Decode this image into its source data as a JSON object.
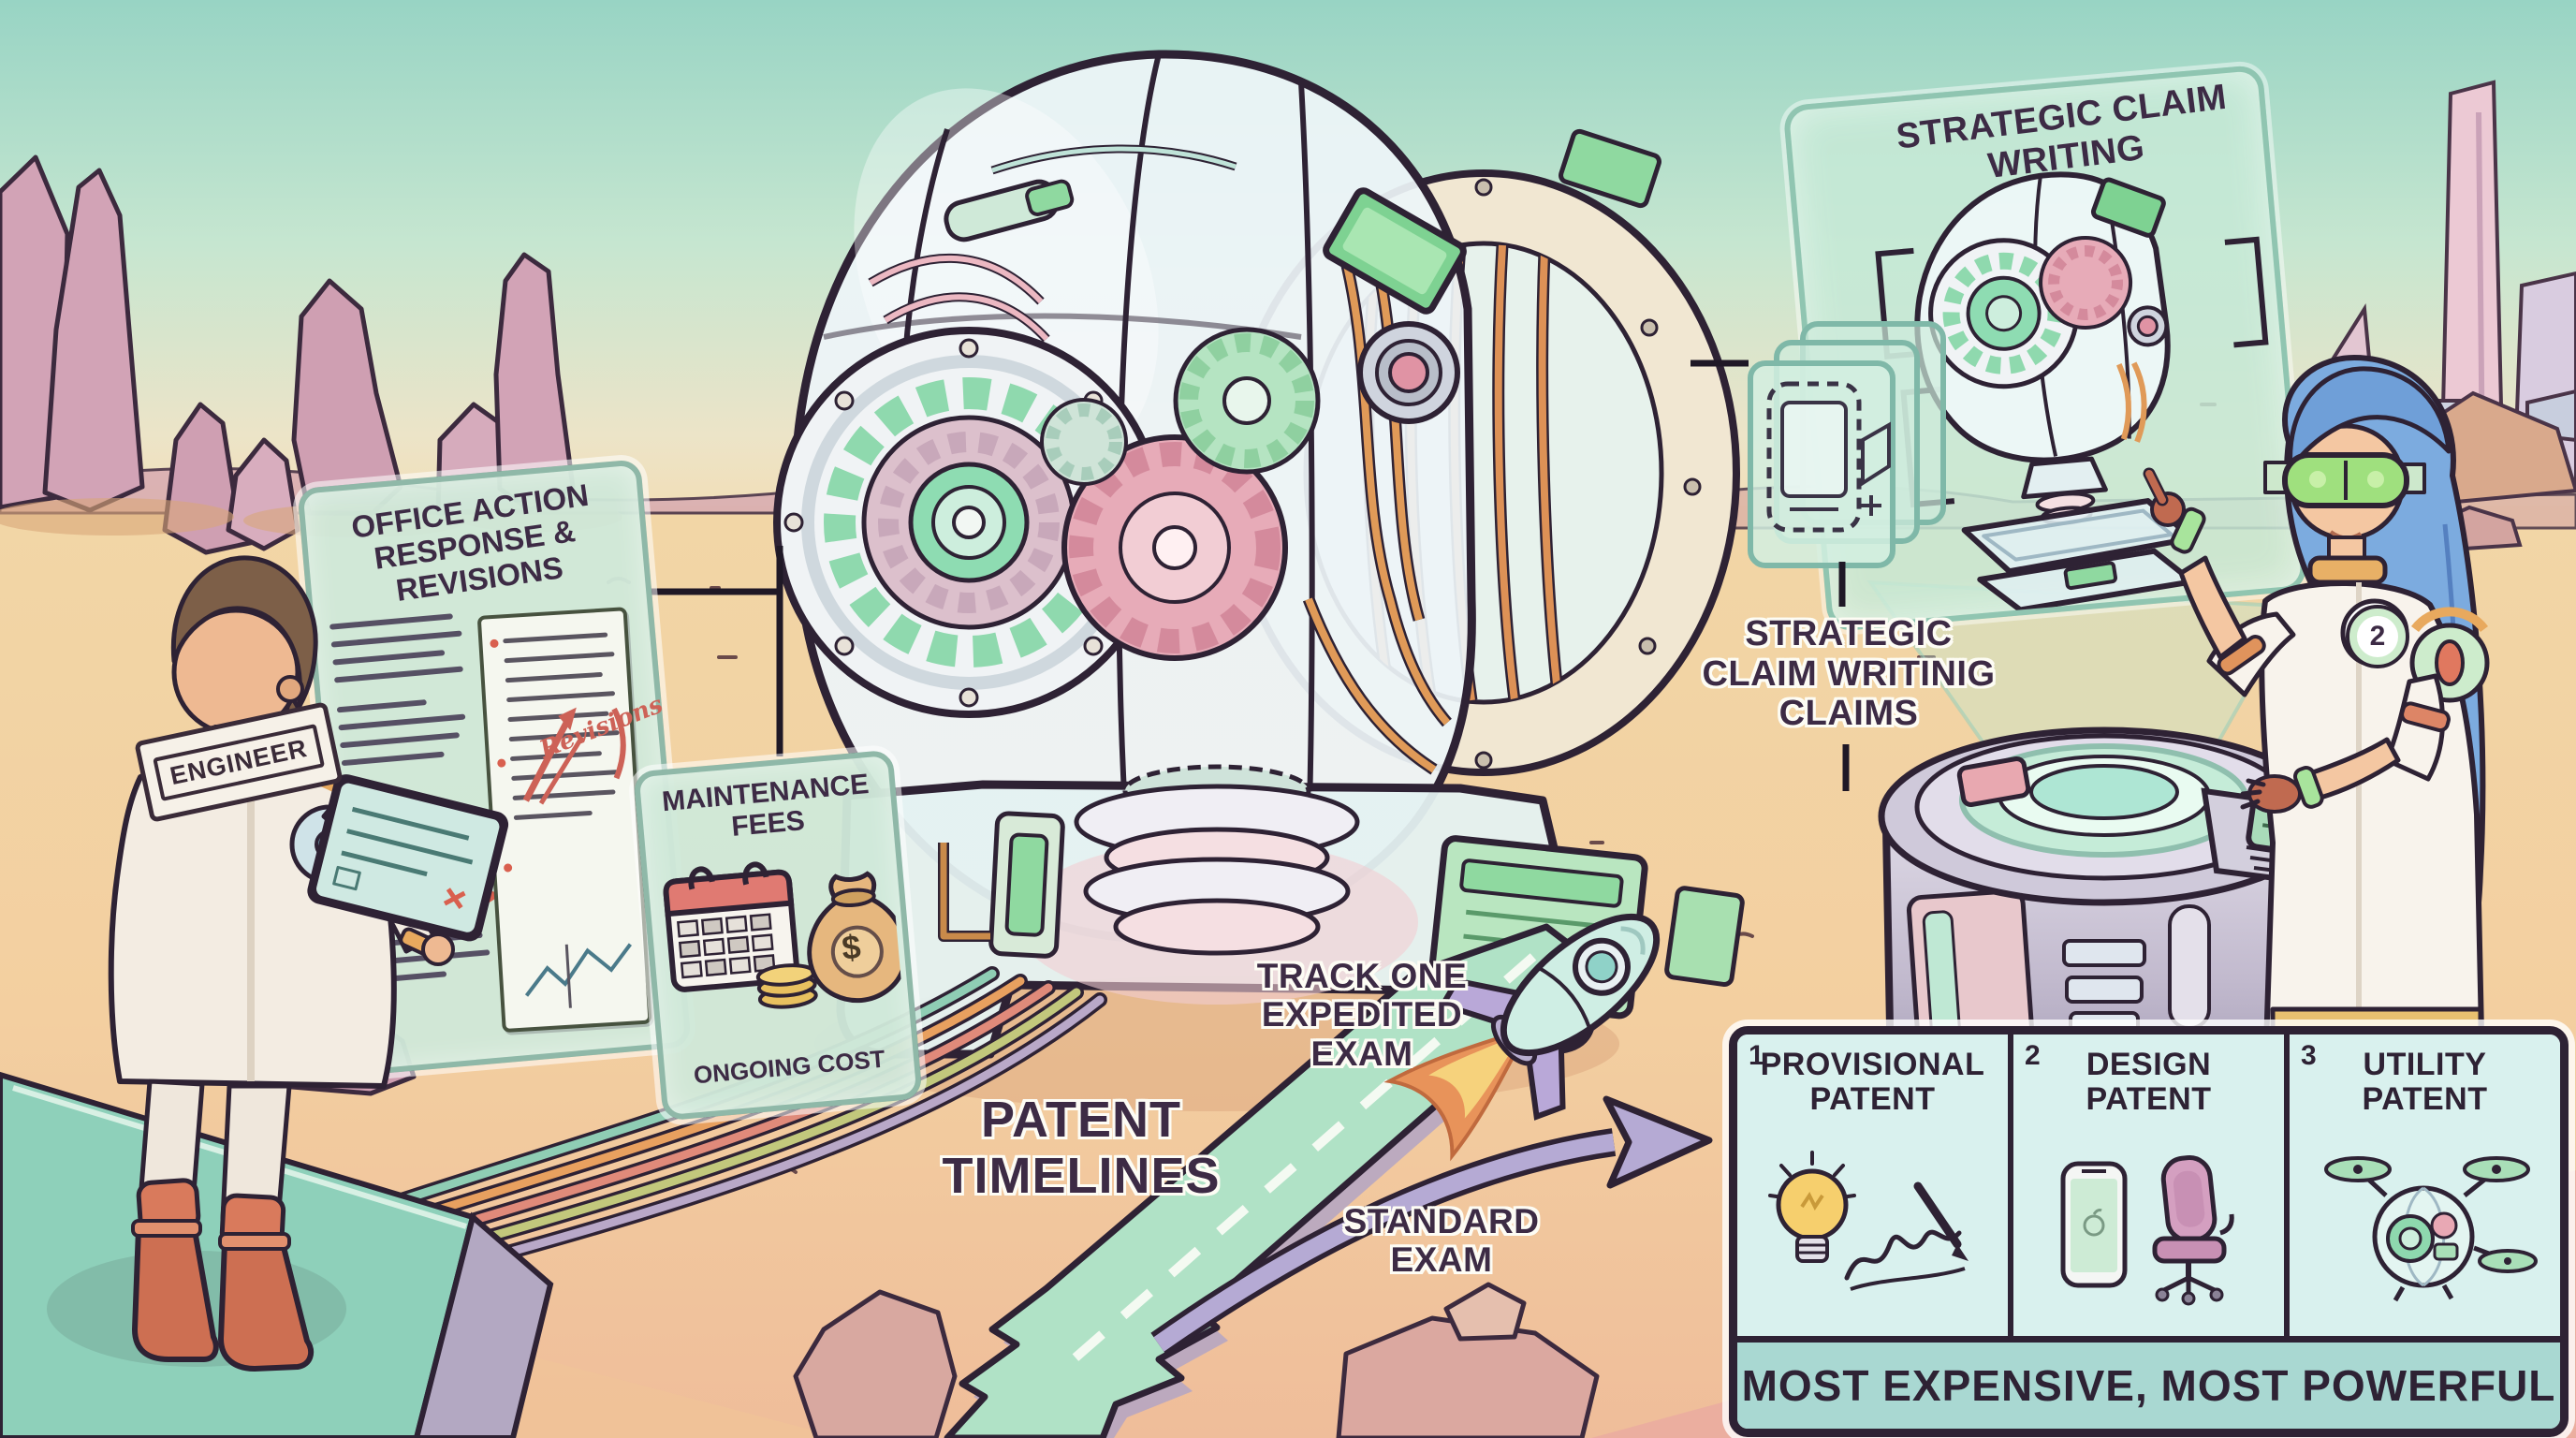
{
  "illustration": {
    "office_action": {
      "title": "OFFICE ACTION\nRESPONSE & REVISIONS",
      "revisions_label": "REVISIONS",
      "annotation": "Revisions"
    },
    "engineer": {
      "badge": "ENGINEER"
    },
    "maintenance": {
      "title": "MAINTENANCE\nFEES",
      "subtitle": "ONGOING COST",
      "money_symbol": "$"
    },
    "strategic_panel": {
      "title": "STRATEGIC CLAIM WRITING"
    },
    "strategic_claims_label": "STRATEGIC\nCLAIM WRITINIG\nCLAIMS",
    "timelines": {
      "title": "PATENT\nTIMELINES",
      "track_one_label": "TRACK ONE\nEXPEDITED\nEXAM",
      "standard_label": "STANDARD\nEXAM"
    },
    "scientist": {
      "badge": "2"
    },
    "patent_table": {
      "cells": [
        {
          "num": "1",
          "title": "PROVISIONAL\nPATENT",
          "icons": [
            "lightbulb-icon",
            "signature-icon",
            "pen-icon"
          ]
        },
        {
          "num": "2",
          "title": "DESIGN\nPATENT",
          "icons": [
            "smartphone-icon",
            "office-chair-icon"
          ]
        },
        {
          "num": "3",
          "title": "UTILITY\nPATENT",
          "icons": [
            "drone-machine-icon"
          ]
        }
      ],
      "footer": "MOST EXPENSIVE, MOST POWERFUL"
    },
    "colors": {
      "ink": "#2e2234",
      "text": "#3d2b45",
      "panel_mint": "#cfe8d8",
      "sand": "#f2d4a4",
      "sky_teal": "#9bd6c4",
      "accent_red": "#d9604f",
      "road_mint": "#b0e2c6",
      "arrow_lavender": "#b5aad4",
      "machine_green": "#8edcb2",
      "machine_pink": "#e7abb8",
      "pipe_orange": "#e09a58"
    }
  }
}
